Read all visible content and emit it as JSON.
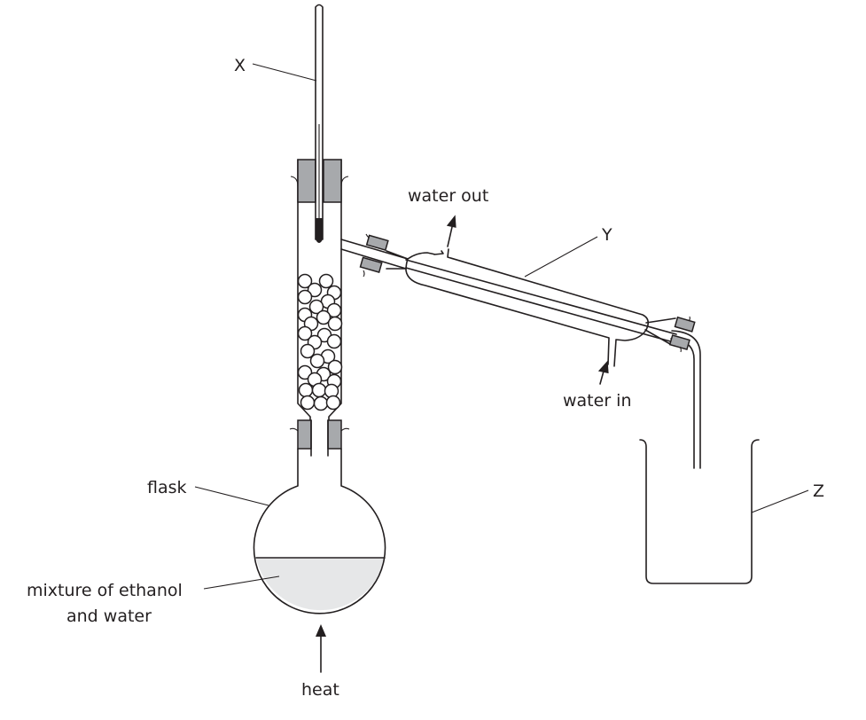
{
  "diagram": {
    "title": "Fractional distillation apparatus",
    "labels": {
      "x": "X",
      "y": "Y",
      "z": "Z",
      "water_out": "water out",
      "water_in": "water in",
      "flask": "flask",
      "mixture_line1": "mixture of ethanol",
      "mixture_line2": "and water",
      "heat": "heat"
    },
    "colors": {
      "stroke": "#231f20",
      "stopper": "#a7a9ac",
      "liquid": "#e6e7e8"
    }
  }
}
